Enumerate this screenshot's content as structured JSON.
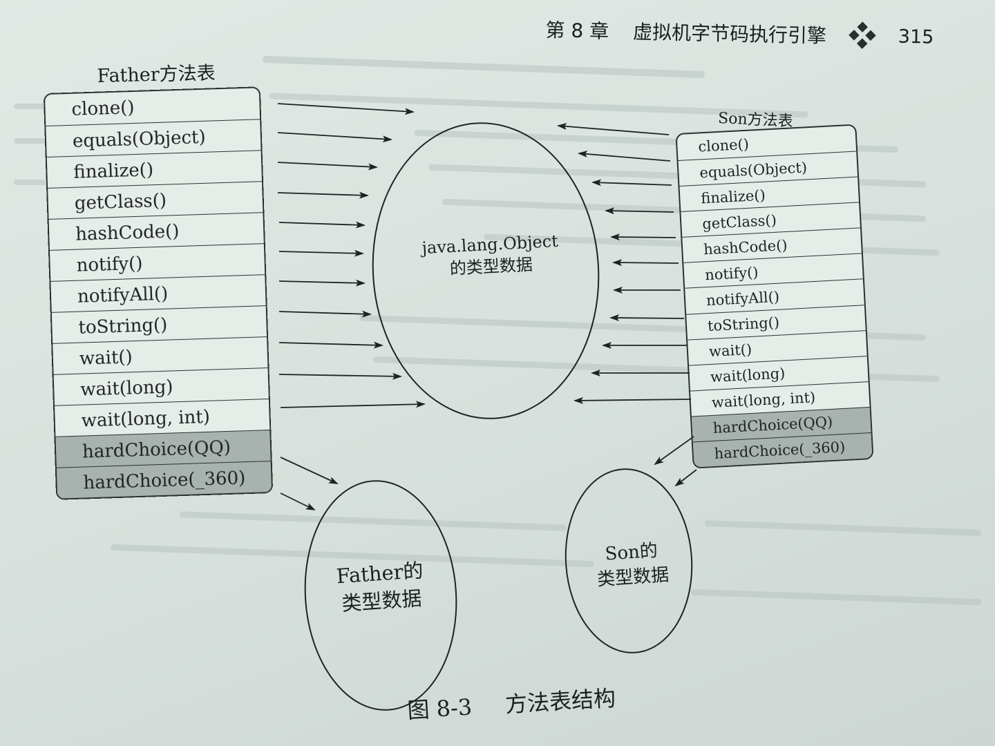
{
  "running_head": {
    "chapter": "第 8 章",
    "title": "虚拟机字节码执行引擎",
    "page_number": "315"
  },
  "father_table": {
    "title": "Father方法表",
    "methods": [
      {
        "label": "clone()",
        "highlighted": false
      },
      {
        "label": "equals(Object)",
        "highlighted": false
      },
      {
        "label": "finalize()",
        "highlighted": false
      },
      {
        "label": "getClass()",
        "highlighted": false
      },
      {
        "label": "hashCode()",
        "highlighted": false
      },
      {
        "label": "notify()",
        "highlighted": false
      },
      {
        "label": "notifyAll()",
        "highlighted": false
      },
      {
        "label": "toString()",
        "highlighted": false
      },
      {
        "label": "wait()",
        "highlighted": false
      },
      {
        "label": "wait(long)",
        "highlighted": false
      },
      {
        "label": "wait(long, int)",
        "highlighted": false
      },
      {
        "label": "hardChoice(QQ)",
        "highlighted": true
      },
      {
        "label": "hardChoice(_360)",
        "highlighted": true
      }
    ]
  },
  "son_table": {
    "title": "Son方法表",
    "methods": [
      {
        "label": "clone()",
        "highlighted": false
      },
      {
        "label": "equals(Object)",
        "highlighted": false
      },
      {
        "label": "finalize()",
        "highlighted": false
      },
      {
        "label": "getClass()",
        "highlighted": false
      },
      {
        "label": "hashCode()",
        "highlighted": false
      },
      {
        "label": "notify()",
        "highlighted": false
      },
      {
        "label": "notifyAll()",
        "highlighted": false
      },
      {
        "label": "toString()",
        "highlighted": false
      },
      {
        "label": "wait()",
        "highlighted": false
      },
      {
        "label": "wait(long)",
        "highlighted": false
      },
      {
        "label": "wait(long, int)",
        "highlighted": false
      },
      {
        "label": "hardChoice(QQ)",
        "highlighted": true
      },
      {
        "label": "hardChoice(_360)",
        "highlighted": true
      }
    ]
  },
  "type_data": {
    "object": {
      "line1": "java.lang.Object",
      "line2": "的类型数据"
    },
    "father": {
      "line1": "Father的",
      "line2": "类型数据"
    },
    "son": {
      "line1": "Son的",
      "line2": "类型数据"
    }
  },
  "edges": [
    {
      "from": "father_table.clone()",
      "to": "type_data.object"
    },
    {
      "from": "father_table.equals(Object)",
      "to": "type_data.object"
    },
    {
      "from": "father_table.finalize()",
      "to": "type_data.object"
    },
    {
      "from": "father_table.getClass()",
      "to": "type_data.object"
    },
    {
      "from": "father_table.hashCode()",
      "to": "type_data.object"
    },
    {
      "from": "father_table.notify()",
      "to": "type_data.object"
    },
    {
      "from": "father_table.notifyAll()",
      "to": "type_data.object"
    },
    {
      "from": "father_table.toString()",
      "to": "type_data.object"
    },
    {
      "from": "father_table.wait()",
      "to": "type_data.object"
    },
    {
      "from": "father_table.wait(long)",
      "to": "type_data.object"
    },
    {
      "from": "father_table.wait(long, int)",
      "to": "type_data.object"
    },
    {
      "from": "father_table.hardChoice(QQ)",
      "to": "type_data.father"
    },
    {
      "from": "father_table.hardChoice(_360)",
      "to": "type_data.father"
    },
    {
      "from": "son_table.clone()",
      "to": "type_data.object"
    },
    {
      "from": "son_table.equals(Object)",
      "to": "type_data.object"
    },
    {
      "from": "son_table.finalize()",
      "to": "type_data.object"
    },
    {
      "from": "son_table.getClass()",
      "to": "type_data.object"
    },
    {
      "from": "son_table.hashCode()",
      "to": "type_data.object"
    },
    {
      "from": "son_table.notify()",
      "to": "type_data.object"
    },
    {
      "from": "son_table.notifyAll()",
      "to": "type_data.object"
    },
    {
      "from": "son_table.toString()",
      "to": "type_data.object"
    },
    {
      "from": "son_table.wait()",
      "to": "type_data.object"
    },
    {
      "from": "son_table.wait(long)",
      "to": "type_data.object"
    },
    {
      "from": "son_table.wait(long, int)",
      "to": "type_data.object"
    },
    {
      "from": "son_table.hardChoice(QQ)",
      "to": "type_data.son"
    },
    {
      "from": "son_table.hardChoice(_360)",
      "to": "type_data.son"
    }
  ],
  "caption": {
    "number": "图 8-3",
    "title": "方法表结构"
  },
  "colors": {
    "ink": "#1e2322",
    "paper": "#dde6e2",
    "shaded_row": "#a8b2ae"
  }
}
